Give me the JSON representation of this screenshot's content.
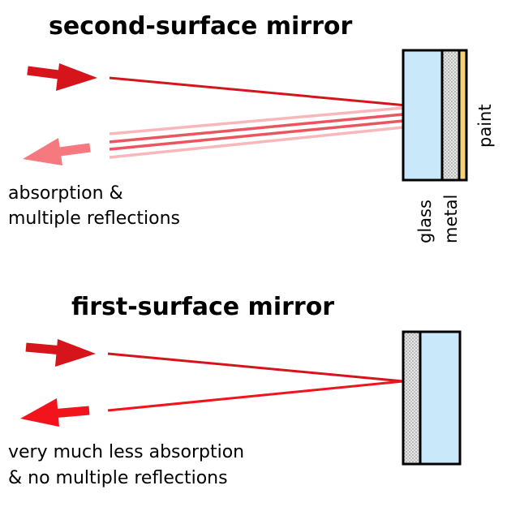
{
  "second_surface": {
    "title": "second-surface mirror",
    "caption_line1": "absorption &",
    "caption_line2": "multiple reflections",
    "layer_labels": {
      "glass": "glass",
      "metal": "metal",
      "paint": "paint"
    }
  },
  "first_surface": {
    "title": "first-surface mirror",
    "caption_line1": "very much less absorption",
    "caption_line2": "& no multiple reflections"
  },
  "colors": {
    "incident_ray": "#d6141c",
    "reflected_faint": "#f59aa0",
    "reflected_mid": "#ea5560",
    "reflected_bright_arrow": "#f1141c",
    "glass_fill": "#c9e9fb",
    "paint_fill": "#f3d27a",
    "metal_fill": "#d9d9d9"
  },
  "icons": {
    "incoming_arrow": "arrow-right-icon",
    "outgoing_arrow": "arrow-left-icon"
  }
}
